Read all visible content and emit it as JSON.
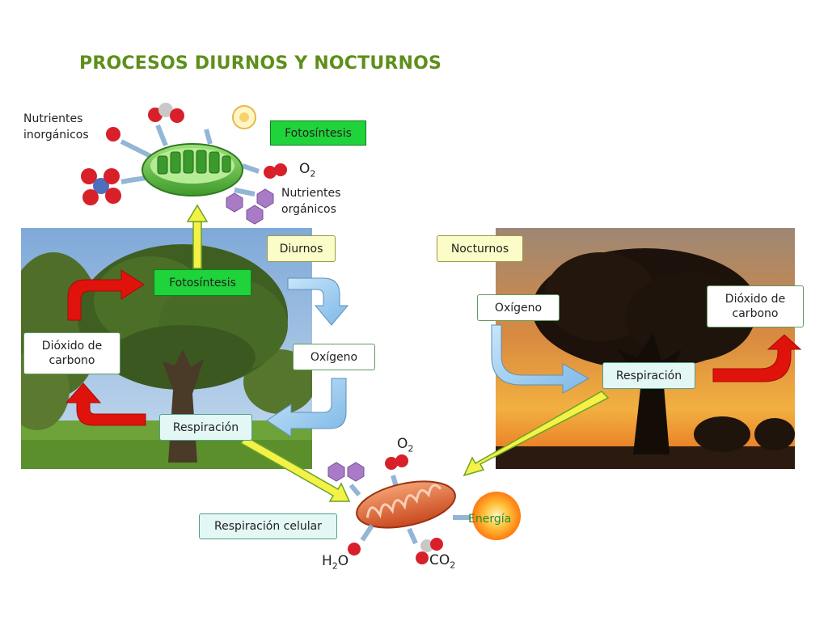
{
  "title": "PROCESOS DIURNOS Y NOCTURNOS",
  "top": {
    "inorganic_label_line1": "Nutrientes",
    "inorganic_label_line2": "inorgánicos",
    "photosynthesis_box": "Fotosíntesis",
    "o2_main": "O",
    "o2_sub": "2",
    "organic_label_line1": "Nutrientes",
    "organic_label_line2": "orgánicos"
  },
  "day": {
    "diurnos_box": "Diurnos",
    "photosynthesis_box": "Fotosíntesis",
    "co2_line1": "Dióxido de",
    "co2_line2": "carbono",
    "oxygen_box": "Oxígeno",
    "respiration_box": "Respiración"
  },
  "night": {
    "nocturnos_box": "Nocturnos",
    "oxygen_box": "Oxígeno",
    "co2_line1": "Dióxido de",
    "co2_line2": "carbono",
    "respiration_box": "Respiración"
  },
  "bottom": {
    "cellular_respiration_box": "Respiración celular",
    "o2_main": "O",
    "o2_sub": "2",
    "h2o_part1": "H",
    "h2o_sub": "2",
    "h2o_part2": "O",
    "co2_main": "CO",
    "co2_sub": "2",
    "energy_label": "Energía"
  },
  "colors": {
    "title": "#5d8f1a",
    "green_box": "#1fd33a",
    "yellow_box": "#fbfcc7",
    "cyan_box": "#e3f7f4",
    "red_arrow": "#e0120c",
    "blue_arrow": "#a9d3f2",
    "yellow_arrow": "#f4f246"
  }
}
